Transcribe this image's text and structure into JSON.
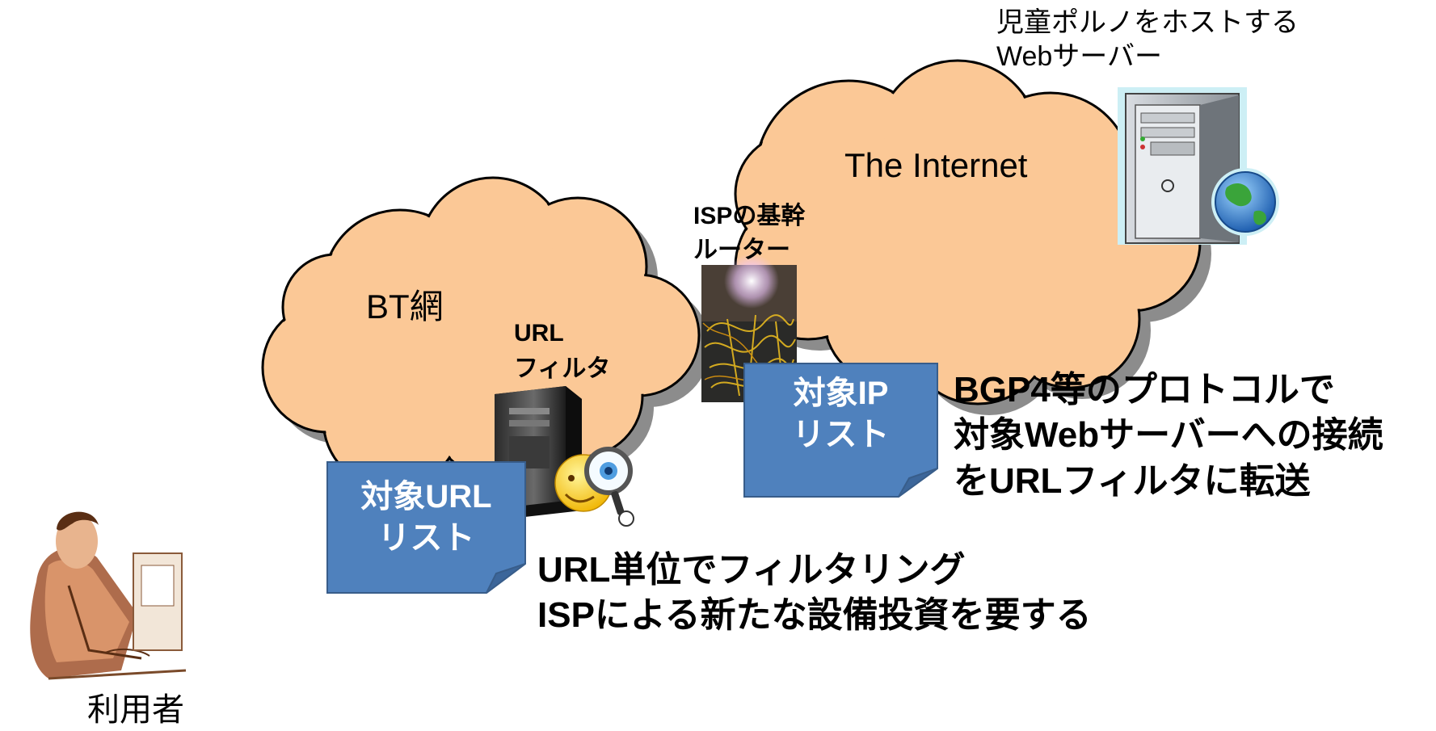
{
  "server_caption": {
    "line1": "児童ポルノをホストする",
    "line2": "Webサーバー"
  },
  "internet_cloud": {
    "label": "The Internet"
  },
  "bt_cloud": {
    "label": "BT網"
  },
  "backbone_router": {
    "line1": "ISPの基幹",
    "line2": "ルーター"
  },
  "url_filter": {
    "line1": "URL",
    "line2": "フィルタ"
  },
  "target_ip_list": {
    "line1": "対象IP",
    "line2": "リスト"
  },
  "target_url_list": {
    "line1": "対象URL",
    "line2": "リスト"
  },
  "bgp_note": {
    "line1": "BGP4等のプロトコルで",
    "line2": "対象Webサーバーへの接続",
    "line3": "をURLフィルタに転送"
  },
  "url_note": {
    "line1": "URL単位でフィルタリング",
    "line2": "ISPによる新たな設備投資を要する"
  },
  "user": {
    "label": "利用者"
  },
  "colors": {
    "cloud_fill": "#FBC896",
    "cloud_stroke": "#000000",
    "list_fill": "#4F81BD",
    "list_stroke": "#385D8A",
    "shadow": "#8C8C8C"
  }
}
